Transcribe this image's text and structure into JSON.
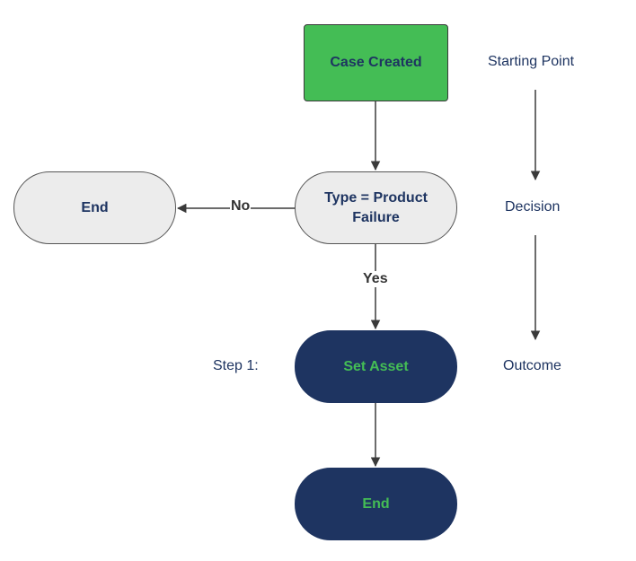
{
  "nodes": {
    "start": "Case Created",
    "decision": "Type = Product Failure",
    "end_left": "End",
    "step": "Set Asset",
    "end_bottom": "End"
  },
  "edges": {
    "no_label": "No",
    "yes_label": "Yes"
  },
  "side_labels": {
    "starting_point": "Starting Point",
    "decision": "Decision",
    "outcome": "Outcome",
    "step": "Step 1:"
  },
  "colors": {
    "start_fill": "#44bd55",
    "decision_fill": "#ececec",
    "outcome_fill": "#1e3461",
    "outcome_text": "#44bd55",
    "text_navy": "#1e3461",
    "connector": "#3a3a3a"
  }
}
